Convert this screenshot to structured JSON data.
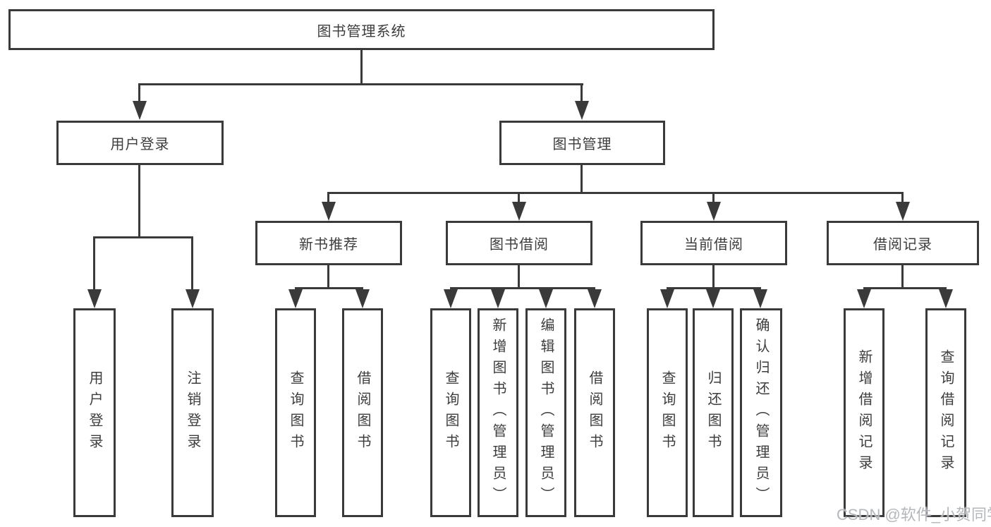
{
  "diagram": {
    "type": "hierarchy-tree",
    "colors": {
      "line": "#3a3a3a",
      "text": "#3d3d3d",
      "background": "#ffffff",
      "watermark": "#b0b3b7"
    },
    "watermark": "CSDN @软件_小贺同学",
    "tree": {
      "label": "图书管理系统",
      "children": [
        {
          "label": "用户登录",
          "children": [
            {
              "label": "用户登录"
            },
            {
              "label": "注销登录"
            }
          ]
        },
        {
          "label": "图书管理",
          "children": [
            {
              "label": "新书推荐",
              "children": [
                {
                  "label": "查询图书"
                },
                {
                  "label": "借阅图书"
                }
              ]
            },
            {
              "label": "图书借阅",
              "children": [
                {
                  "label": "查询图书"
                },
                {
                  "label": "新增图书（管理员）"
                },
                {
                  "label": "编辑图书（管理员）"
                },
                {
                  "label": "借阅图书"
                }
              ]
            },
            {
              "label": "当前借阅",
              "children": [
                {
                  "label": "查询图书"
                },
                {
                  "label": "归还图书"
                },
                {
                  "label": "确认归还（管理员）"
                }
              ]
            },
            {
              "label": "借阅记录",
              "children": [
                {
                  "label": "新增借阅记录"
                },
                {
                  "label": "查询借阅记录"
                }
              ]
            }
          ]
        }
      ]
    }
  }
}
